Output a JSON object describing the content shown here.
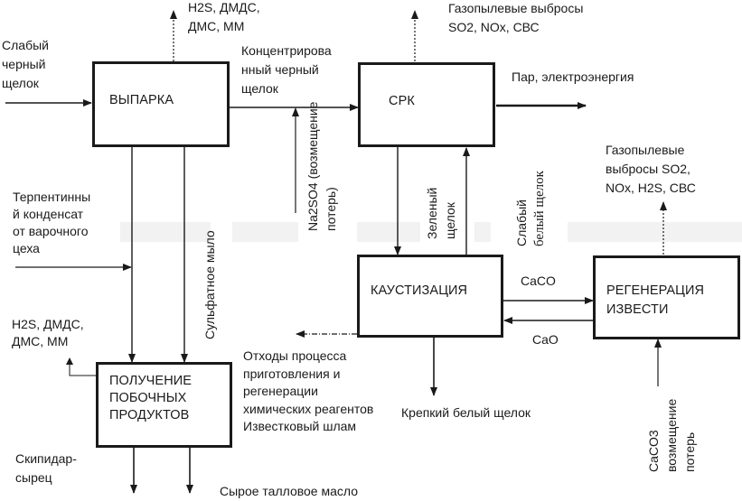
{
  "diagram": {
    "type": "process-flow",
    "colors": {
      "line": "#1a1a1a",
      "background": "#ffffff",
      "band": "#eeeeee"
    },
    "blocks": {
      "evaporation": {
        "label": "ВЫПАРКА"
      },
      "recovery_boiler": {
        "label": "СРК"
      },
      "causticizing": {
        "label": "КАУСТИЗАЦИЯ"
      },
      "lime_regeneration": {
        "label_line1": "РЕГЕНЕРАЦИЯ",
        "label_line2": "ИЗВЕСТИ"
      },
      "byproducts": {
        "label_line1": "ПОЛУЧЕНИЕ",
        "label_line2": "ПОБОЧНЫХ",
        "label_line3": "ПРОДУКТОВ"
      }
    },
    "flows": {
      "weak_black_liquor": {
        "line1": "Слабый",
        "line2": "черный",
        "line3": "щелок"
      },
      "evap_emissions": {
        "line1": "H2S, ДМДС,",
        "line2": "ДМС, ММ"
      },
      "concentrated_black_liquor": {
        "line1": "Концентрирова",
        "line2": "нный черный",
        "line3": "щелок"
      },
      "na2so4": {
        "line1": "Na2SO4 (возмещение",
        "line2": "потерь)"
      },
      "srk_emissions": {
        "line1": "Газопылевые выбросы",
        "line2": "SO2, NOx, СВС"
      },
      "steam_power": {
        "label": "Пар, электроэнергия"
      },
      "green_liquor": {
        "line1": "Зеленый",
        "line2": "щелок"
      },
      "weak_white_liquor": {
        "line1": "Слабый",
        "line2": "белый щелок"
      },
      "lime_emissions": {
        "line1": "Газопылевые",
        "line2": "выбросы SO2,",
        "line3": "NOx, H2S, СВС"
      },
      "turpentine_condensate": {
        "line1": "Терпентинны",
        "line2": "й конденсат",
        "line3": "от варочного",
        "line4": "цеха"
      },
      "sulfate_soap": {
        "label": "Сульфатное мыло"
      },
      "caco": {
        "label": "CaCO"
      },
      "cao": {
        "label": "CaO"
      },
      "byproduct_emissions": {
        "line1": "H2S, ДМДС,",
        "line2": "ДМС, ММ"
      },
      "waste": {
        "line1": "Отходы процесса",
        "line2": "приготовления и",
        "line3": "регенерации",
        "line4": "химических реагентов",
        "line5": "Известковый шлам"
      },
      "strong_white_liquor": {
        "label": "Крепкий белый щелок"
      },
      "caco3": {
        "line1": "CaCO3",
        "line2": "возмещение",
        "line3": "потерь"
      },
      "crude_turpentine": {
        "line1": "Скипидар-",
        "line2": "сырец"
      },
      "crude_tall_oil": {
        "label": "Сырое талловое масло"
      }
    }
  }
}
